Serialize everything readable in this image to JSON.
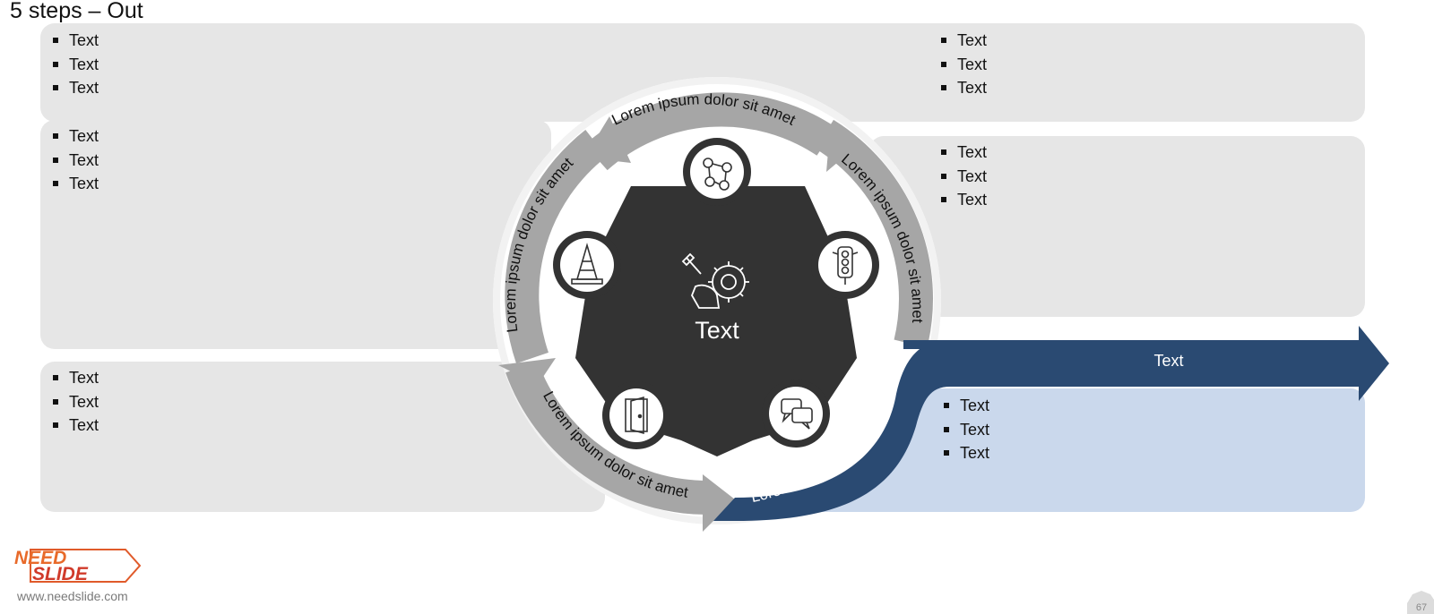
{
  "slide": {
    "title": "5 steps – Out",
    "website": "www.needslide.com",
    "logo_text": "NEED SLIDE",
    "page_number": "67"
  },
  "panels": {
    "top_left_bullets": [
      "Text",
      "Text",
      "Text"
    ],
    "top_right_bullets": [
      "Text",
      "Text",
      "Text"
    ],
    "mid_left_bullets": [
      "Text",
      "Text",
      "Text"
    ],
    "mid_right_bullets": [
      "Text",
      "Text",
      "Text"
    ],
    "bottom_left_bullets": [
      "Text",
      "Text",
      "Text"
    ],
    "bottom_right_bullets": [
      "Text",
      "Text",
      "Text"
    ]
  },
  "diagram": {
    "center_label": "Text",
    "center_icon": "tools-gear-hand-icon",
    "out_arrow_label": "Text",
    "arc_labels": {
      "top": "Lorem ipsum dolor sit amet",
      "right": "Lorem ipsum dolor sit amet",
      "left": "Lorem ipsum dolor sit amet",
      "bottom_left": "Lorem ipsum dolor sit amet",
      "bottom_right": "Lorem ipsum dolor sit amet"
    },
    "step_icons": [
      "network-nodes-icon",
      "traffic-light-icon",
      "chat-bubbles-icon",
      "open-door-icon",
      "traffic-cone-icon"
    ]
  },
  "colors": {
    "panel_gray": "#e6e6e6",
    "panel_blue": "#cad8ec",
    "arc_gray": "#a6a6a6",
    "accent_navy": "#2a4a72",
    "center_dark": "#333333",
    "halo": "#f2f2f2"
  }
}
